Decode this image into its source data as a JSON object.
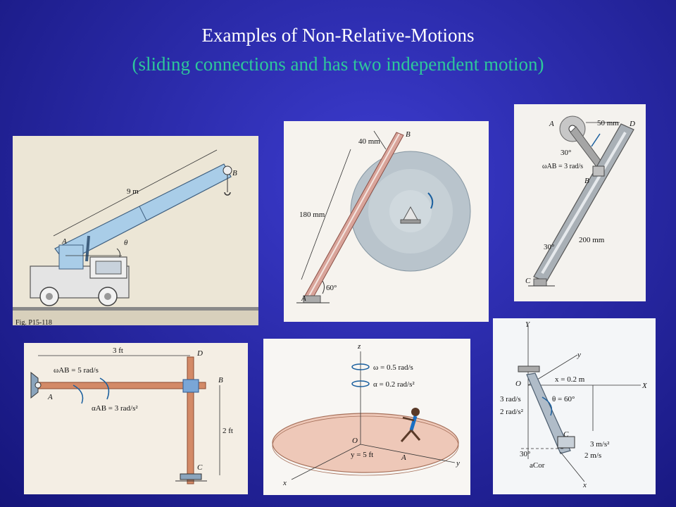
{
  "slide": {
    "title": "Examples of  Non-Relative-Motions",
    "subtitle": "(sliding connections and has two independent  motion)"
  },
  "figures": {
    "crane": {
      "label_9m": "9 m",
      "label_B": "B",
      "label_A": "A",
      "label_theta": "θ",
      "caption": "Fig. P15-118"
    },
    "disk": {
      "label_B": "B",
      "label_40mm": "40 mm",
      "label_180mm": "180 mm",
      "label_60": "60°",
      "label_A": "A"
    },
    "slotted_link": {
      "label_A": "A",
      "label_50mm": "50 mm",
      "label_D": "D",
      "label_30top": "30°",
      "label_omega": "ωAB = 3 rad/s",
      "label_B": "B",
      "label_30": "30°",
      "label_200mm": "200 mm",
      "label_C": "C"
    },
    "frame": {
      "label_3ft": "3 ft",
      "label_D": "D",
      "label_omega": "ωAB = 5 rad/s",
      "label_B": "B",
      "label_A": "A",
      "label_alpha": "αAB = 3 rad/s²",
      "label_2ft": "2 ft",
      "label_C": "C"
    },
    "platform": {
      "label_z": "z",
      "label_omega": "ω = 0.5 rad/s",
      "label_alpha": "α = 0.2 rad/s²",
      "label_O": "O",
      "label_y5": "y = 5 ft",
      "label_A": "A",
      "label_y": "y",
      "label_x": "x"
    },
    "rotating_rod": {
      "label_Y": "Y",
      "label_y": "y",
      "label_O": "O",
      "label_x02": "x = 0.2 m",
      "label_X": "X",
      "label_3rad": "3 rad/s",
      "label_2rad": "2 rad/s²",
      "label_theta": "θ = 60°",
      "label_C": "C",
      "label_3ms2": "3 m/s²",
      "label_30": "30°",
      "label_2ms": "2 m/s",
      "label_acor": "aCor",
      "label_x": "x"
    }
  }
}
